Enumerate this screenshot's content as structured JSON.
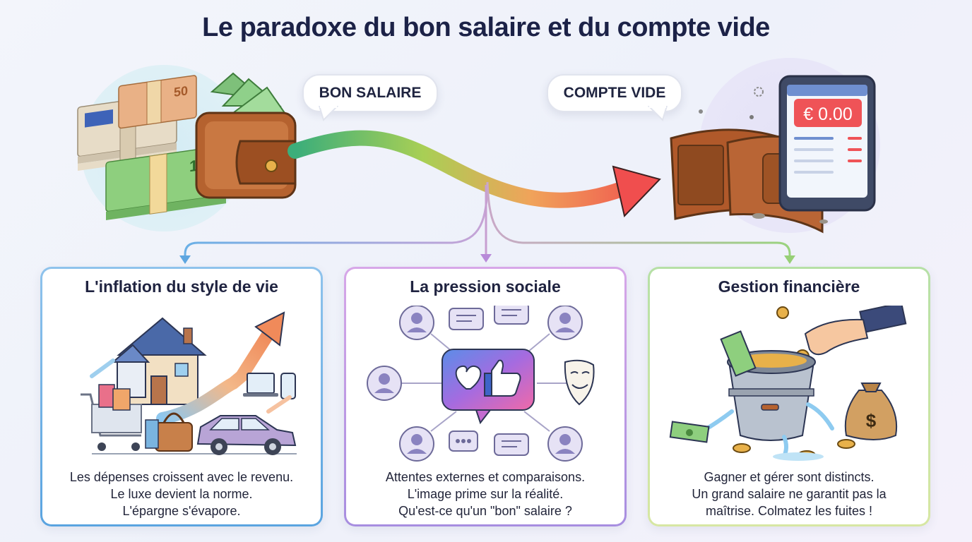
{
  "title": "Le paradoxe du bon salaire et du compte vide",
  "bubbles": {
    "left": "BON SALAIRE",
    "right": "COMPTE VIDE"
  },
  "phone": {
    "balance": "€ 0.00"
  },
  "banknotes": {
    "small": "50",
    "large": "100"
  },
  "colors": {
    "card_1_border": "#5aa4e0",
    "card_2_border": "#b28be0",
    "card_3_border": "#a8d98c",
    "arrow_start": "#5fb878",
    "arrow_end": "#f04e4e"
  },
  "cards": [
    {
      "title": "L'inflation du style de vie",
      "icons": [
        "house-icon",
        "rising-arrow-icon",
        "shopping-cart-icon",
        "handbag-icon",
        "car-icon",
        "laptop-icon",
        "phone-icon"
      ],
      "lines": [
        "Les dépenses croissent avec le revenu.",
        "Le luxe devient la norme.",
        "L'épargne s'évapore."
      ]
    },
    {
      "title": "La pression sociale",
      "icons": [
        "like-heart-icon",
        "user-avatar-icon",
        "chat-bubble-icon",
        "theater-mask-icon"
      ],
      "lines": [
        "Attentes externes et comparaisons.",
        "L'image prime sur la réalité.",
        "Qu'est-ce qu'un \"bon\" salaire ?"
      ]
    },
    {
      "title": "Gestion financière",
      "icons": [
        "leaky-bucket-icon",
        "hand-icon",
        "money-bag-icon",
        "coin-icon"
      ],
      "lines": [
        "Gagner et gérer sont distincts.",
        "Un grand salaire ne garantit pas la",
        "maîtrise. Colmatez les fuites !"
      ]
    }
  ]
}
